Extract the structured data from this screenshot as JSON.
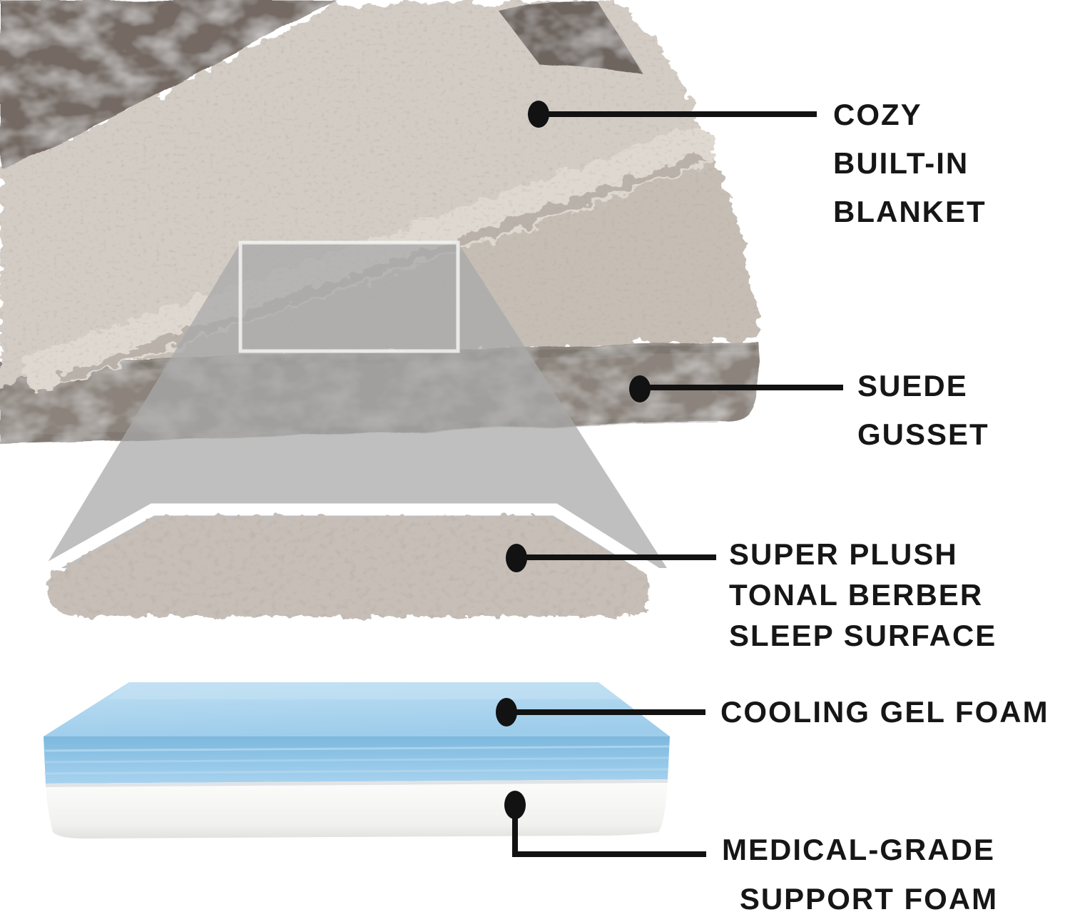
{
  "page": {
    "type": "product-feature-callout-diagram",
    "subject": "pet bed cutaway with blanket, berber sleep surface and foam layers",
    "background": "#ffffff"
  },
  "callouts": [
    {
      "id": "built-in-blanket",
      "lines": [
        "COZY",
        "BUILT-IN",
        "BLANKET"
      ]
    },
    {
      "id": "suede-gusset",
      "lines": [
        "SUEDE",
        "GUSSET"
      ]
    },
    {
      "id": "sleep-surface",
      "lines": [
        "SUPER PLUSH",
        "TONAL BERBER",
        "SLEEP SURFACE"
      ]
    },
    {
      "id": "cooling-gel-foam",
      "lines": [
        "COOLING GEL FOAM"
      ]
    },
    {
      "id": "support-foam",
      "lines": [
        "MEDICAL-GRADE",
        "SUPPORT FOAM"
      ]
    }
  ],
  "palette": {
    "text": "#161616",
    "connector": "#121212",
    "sherpa_blanket": "#d3ccc5",
    "berber_bed_top": "#c6beb5",
    "berber_swatch": "#c7bfb7",
    "suede_dark": "#746b64",
    "suede_gusset": "#8b837c",
    "zoom_beam": "#a9a9a9",
    "gel_foam_top": "#aed7f0",
    "gel_foam_front": "#8cc2e3",
    "support_foam": "#f8f8f6"
  }
}
